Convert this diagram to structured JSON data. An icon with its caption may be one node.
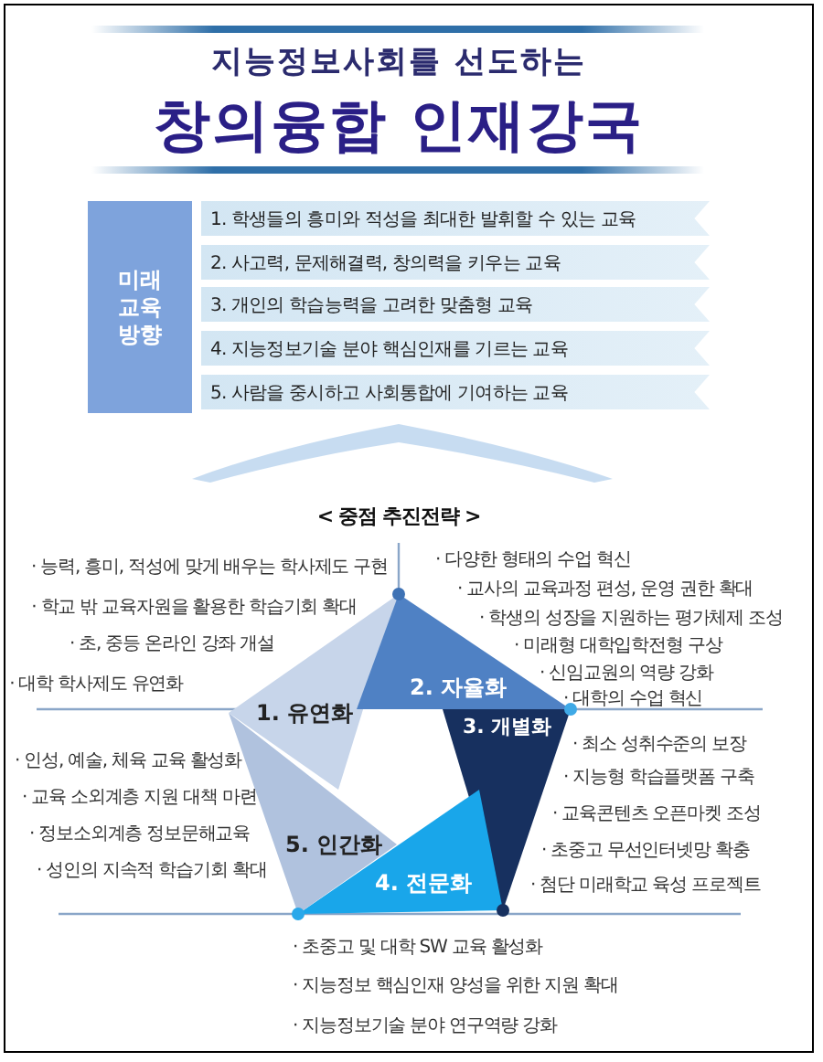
{
  "diagram": {
    "title": "창의융합 인재강국",
    "nodes": [
      {
        "text": [
          "미래 교육 방향"
        ]
      },
      {
        "text": [
          "1. 학생들의 흥미와 적성을 최대한 발휘할 수 있는 교육"
        ]
      },
      {
        "text": [
          "2. 사고력, 문제해결력, 창의력을 키우는 교육"
        ]
      },
      {
        "text": [
          "3. 개인의 학습능력을 고려한 맞춤형 교육"
        ]
      },
      {
        "text": [
          "4. 지능정보기술 분야 핵심인재를 기르는 교육"
        ]
      },
      {
        "text": [
          "5. 사람을 중시하고 사회통합에 기여하는 교육"
        ]
      },
      {
        "text": [
          "1. 유연화"
        ]
      },
      {
        "text": [
          "2. 자율화"
        ]
      },
      {
        "text": [
          "3. 개별화"
        ]
      },
      {
        "text": [
          "4. 전문화"
        ]
      },
      {
        "text": [
          "5. 인간화"
        ]
      }
    ],
    "labels": [
      "지능정보사회를 선도하는",
      "< 중점 추진전략 >",
      "· 능력, 흥미, 적성에 맞게 배우는 학사제도 구현",
      "· 학교 밖 교육자원을 활용한 학습기회 확대",
      "· 초, 중등 온라인 강좌 개설",
      "· 대학 학사제도 유연화",
      "· 다양한 형태의 수업 혁신",
      "· 교사의 교육과정 편성, 운영 권한 확대",
      "· 학생의 성장을 지원하는 평가체제 조성",
      "· 미래형 대학입학전형 구상",
      "· 신임교원의 역량 강화",
      "· 대학의 수업 혁신",
      "· 인성, 예술, 체육 교육 활성화",
      "· 교육 소외계층 지원 대책 마련",
      "· 정보소외계층 정보문해교육",
      "· 성인의 지속적 학습기회 확대",
      "· 최소 성취수준의 보장",
      "· 지능형 학습플랫폼 구축",
      "· 교육콘텐츠 오픈마켓 조성",
      "· 초중고 무선인터넷망 확충",
      "· 첨단 미래학교 육성 프로젝트",
      "· 초중고 및 대학 SW 교육 활성화",
      "· 지능정보 핵심인재 양성을 위한 지원 확대",
      "· 지능정보기술 분야 연구역량 강화"
    ]
  }
}
